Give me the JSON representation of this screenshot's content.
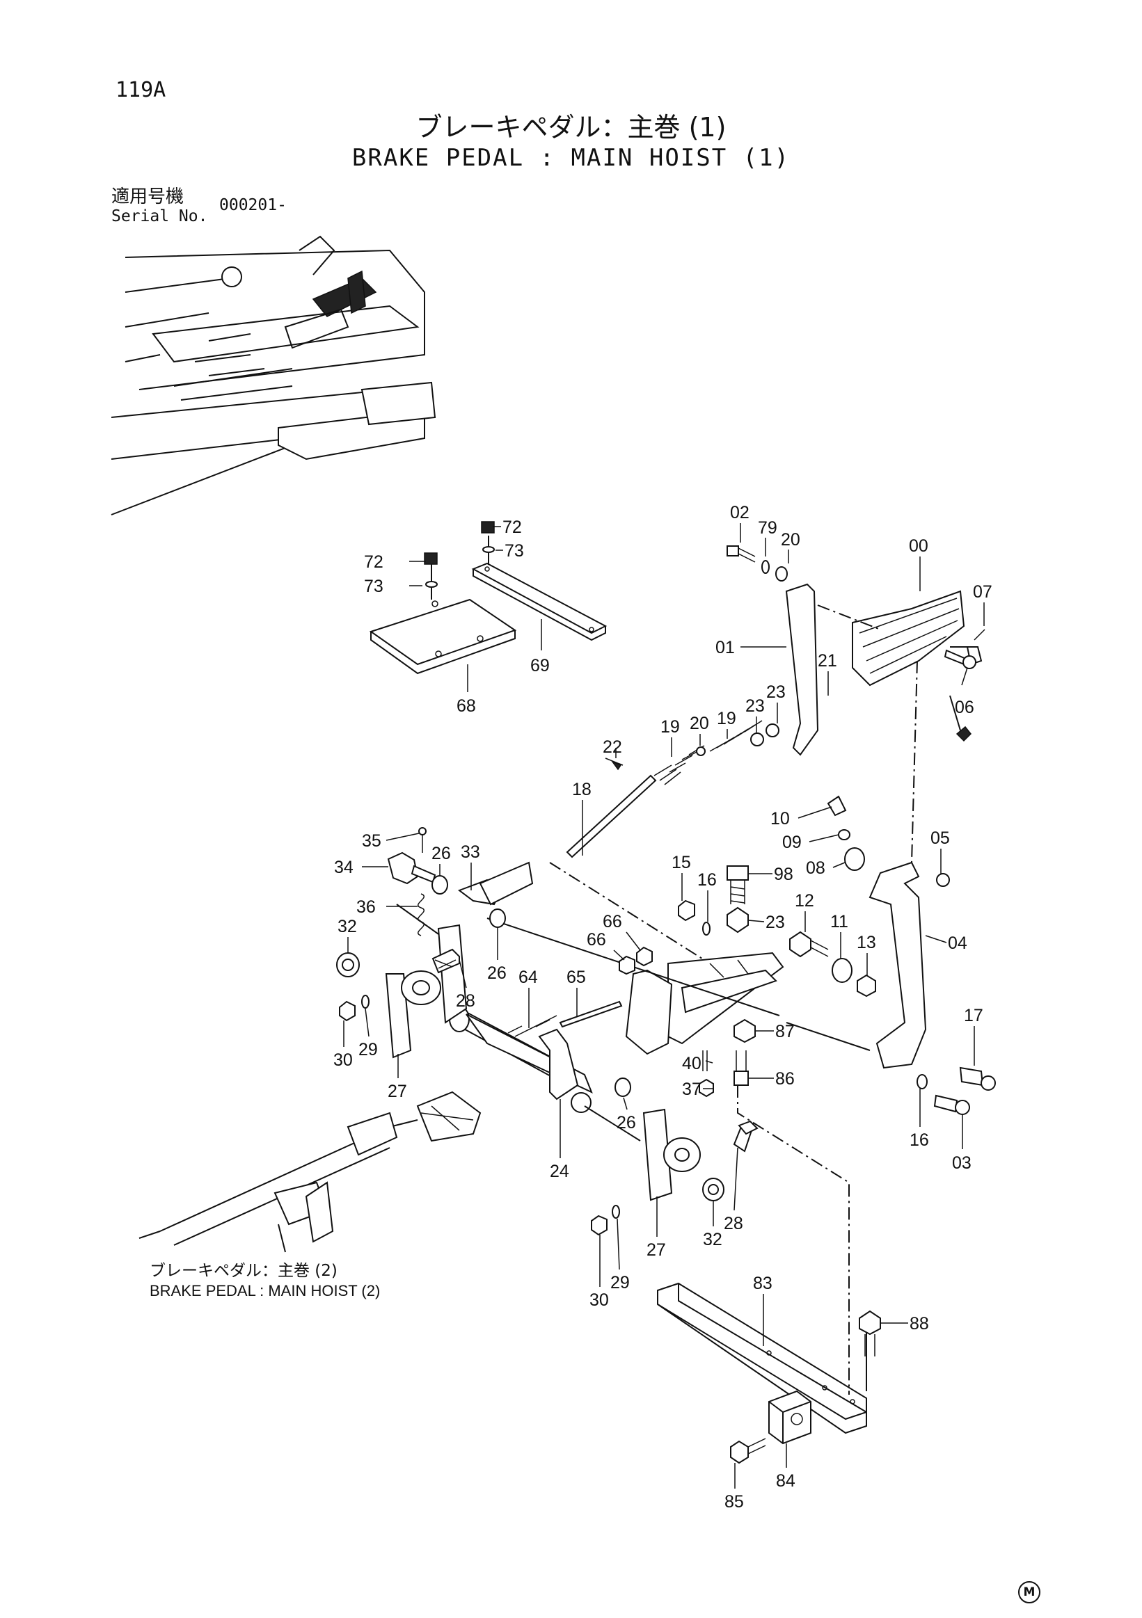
{
  "header": {
    "page_number": "119A",
    "title_jp": "ブレーキペダル：主巻 (1)",
    "title_en": "BRAKE PEDAL : MAIN HOIST (1)",
    "serial_label_jp": "適用号機",
    "serial_label_en": "Serial No.",
    "serial_value": "000201-"
  },
  "reference": {
    "label_jp": "ブレーキペダル：主巻 (2)",
    "label_en": "BRAKE PEDAL : MAIN HOIST (2)"
  },
  "footer": {
    "mark": "M"
  },
  "callouts": [
    "72",
    "73",
    "72",
    "73",
    "68",
    "69",
    "02",
    "79",
    "20",
    "00",
    "07",
    "01",
    "21",
    "06",
    "22",
    "19",
    "20",
    "19",
    "23",
    "23",
    "18",
    "10",
    "09",
    "08",
    "05",
    "35",
    "26",
    "34",
    "33",
    "36",
    "32",
    "15",
    "16",
    "98",
    "23",
    "12",
    "11",
    "13",
    "04",
    "28",
    "26",
    "66",
    "66",
    "64",
    "65",
    "30",
    "29",
    "27",
    "87",
    "40",
    "37",
    "86",
    "17",
    "26",
    "24",
    "16",
    "03",
    "28",
    "32",
    "27",
    "30",
    "29",
    "83",
    "88",
    "84",
    "85"
  ]
}
